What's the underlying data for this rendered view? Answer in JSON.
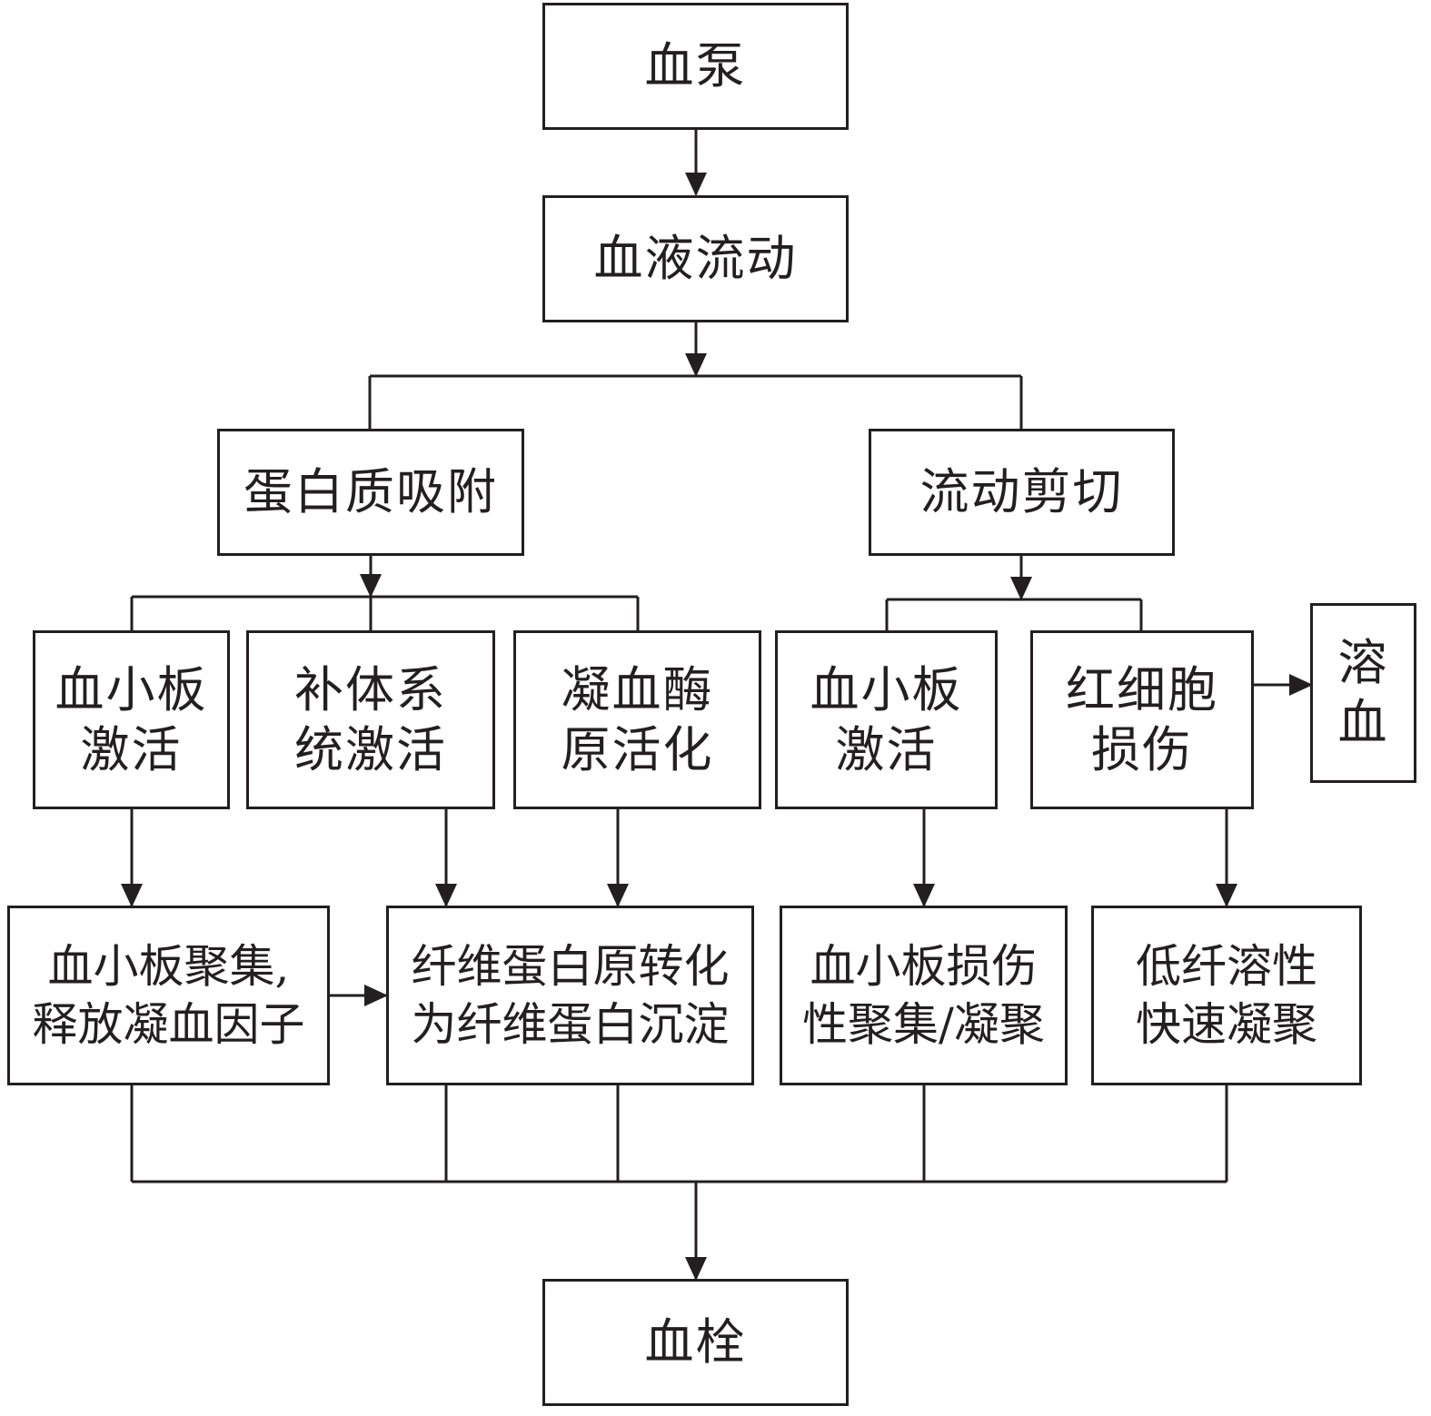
{
  "nodes": {
    "pump": {
      "lines": [
        "血泵"
      ]
    },
    "blood_flow": {
      "lines": [
        "血液流动"
      ]
    },
    "protein_adsorption": {
      "lines": [
        "蛋白质吸附"
      ]
    },
    "flow_shear": {
      "lines": [
        "流动剪切"
      ]
    },
    "platelet_activation_left": {
      "lines": [
        "血小板",
        "激活"
      ]
    },
    "complement_activation": {
      "lines": [
        "补体系",
        "统激活"
      ]
    },
    "thrombin_activation": {
      "lines": [
        "凝血酶",
        "原活化"
      ]
    },
    "platelet_activation_right": {
      "lines": [
        "血小板",
        "激活"
      ]
    },
    "rbc_damage": {
      "lines": [
        "红细胞",
        "损伤"
      ]
    },
    "hemolysis": {
      "lines": [
        "溶",
        "血"
      ]
    },
    "platelet_aggregation": {
      "lines": [
        "血小板聚集,",
        "释放凝血因子"
      ]
    },
    "fibrin_conversion": {
      "lines": [
        "纤维蛋白原转化",
        "为纤维蛋白沉淀"
      ]
    },
    "platelet_damage_aggregation": {
      "lines": [
        "血小板损伤",
        "性聚集/凝聚"
      ]
    },
    "low_fibrinolysis": {
      "lines": [
        "低纤溶性",
        "快速凝聚"
      ]
    },
    "thrombus": {
      "lines": [
        "血栓"
      ]
    }
  },
  "colors": {
    "stroke": "#231f20",
    "background": "#ffffff"
  }
}
